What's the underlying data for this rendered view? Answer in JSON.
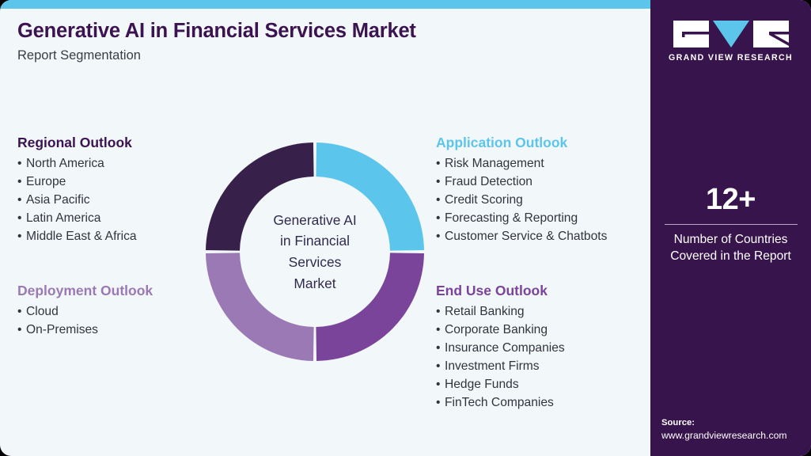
{
  "header": {
    "title": "Generative AI in Financial Services Market",
    "subtitle": "Report Segmentation"
  },
  "donut": {
    "center_lines": [
      "Generative AI",
      "in Financial",
      "Services",
      "Market"
    ],
    "segments": [
      {
        "name": "application",
        "color": "#5bc5ec",
        "share": 25
      },
      {
        "name": "end-use",
        "color": "#7b449b",
        "share": 25
      },
      {
        "name": "deployment",
        "color": "#9b79b5",
        "share": 25
      },
      {
        "name": "regional",
        "color": "#37204a",
        "share": 25
      }
    ]
  },
  "outlooks": [
    {
      "key": "regional",
      "heading": "Regional Outlook",
      "color": "#3b1350",
      "items": [
        "North America",
        "Europe",
        "Asia Pacific",
        "Latin America",
        "Middle East & Africa"
      ]
    },
    {
      "key": "deployment",
      "heading": "Deployment Outlook",
      "color": "#9b79b5",
      "items": [
        "Cloud",
        "On-Premises"
      ]
    },
    {
      "key": "application",
      "heading": "Application Outlook",
      "color": "#5bc5ec",
      "items": [
        "Risk Management",
        "Fraud Detection",
        "Credit Scoring",
        "Forecasting & Reporting",
        "Customer Service & Chatbots"
      ]
    },
    {
      "key": "enduse",
      "heading": "End Use Outlook",
      "color": "#7b449b",
      "items": [
        "Retail Banking",
        "Corporate Banking",
        "Insurance Companies",
        "Investment Firms",
        "Hedge Funds",
        "FinTech Companies"
      ]
    }
  ],
  "panel": {
    "logo_wordmark": "GRAND VIEW RESEARCH",
    "stat_value": "12+",
    "stat_caption_lines": [
      "Number of Countries",
      "Covered in the Report"
    ],
    "source_label": "Source:",
    "source_url": "www.grandviewresearch.com"
  },
  "colors": {
    "page_background": "#f2f7fa",
    "accent_blue": "#5bc5ec",
    "panel_purple": "#38144c",
    "title_purple": "#3b1350",
    "body_text": "#33333d"
  }
}
